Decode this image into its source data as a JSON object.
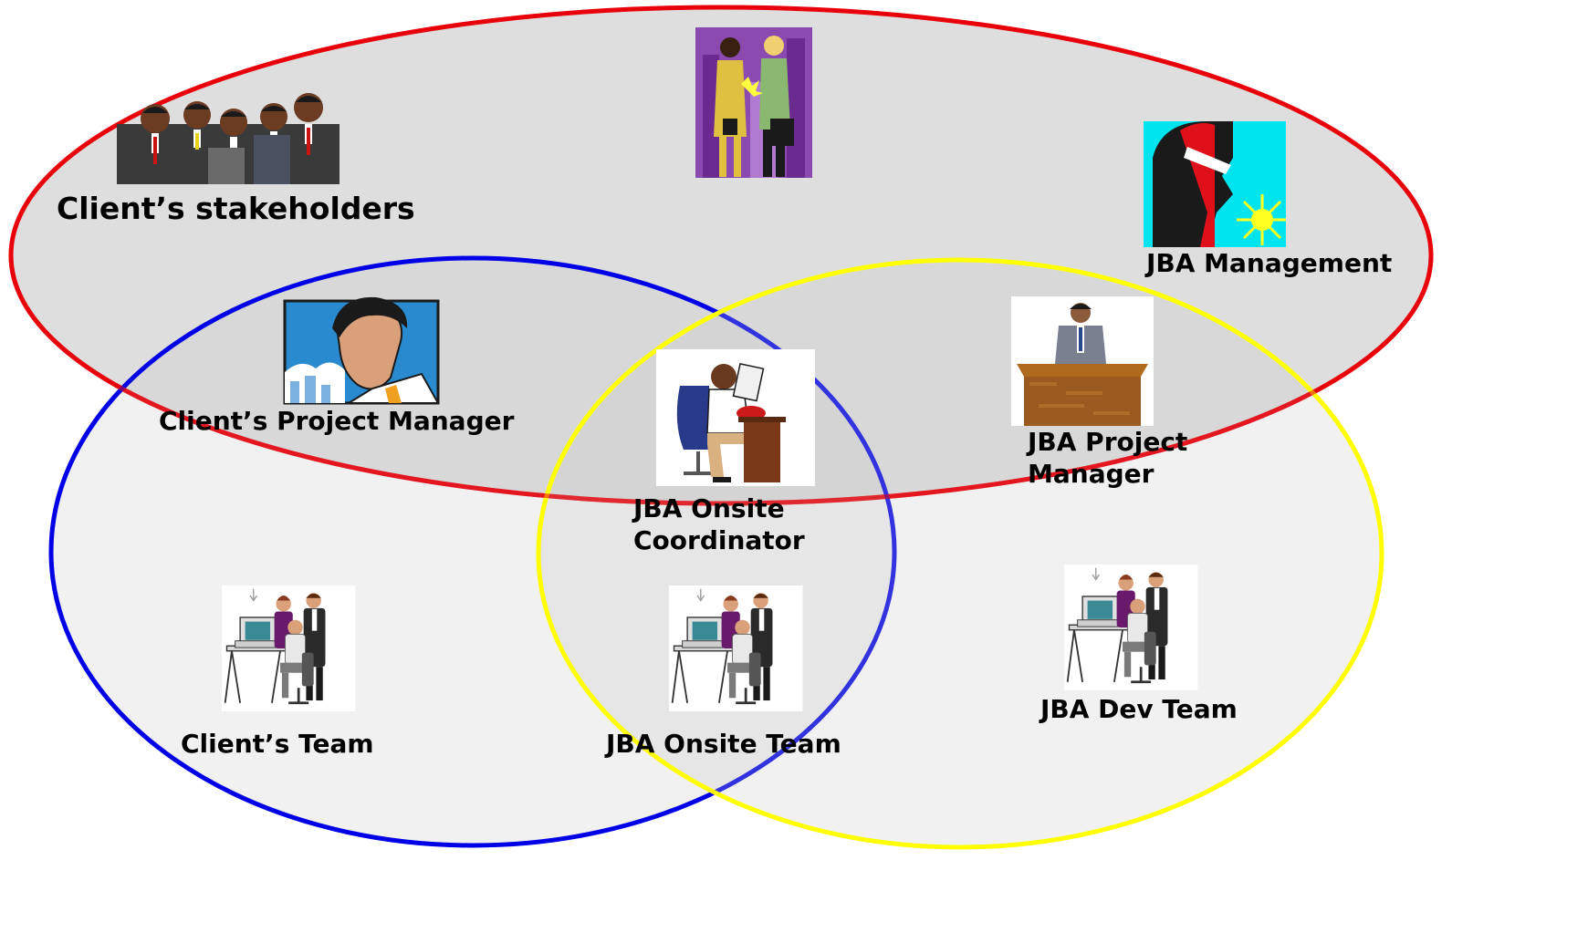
{
  "colors": {
    "background": "#ffffff",
    "ellipse_fill": "#dcdcdc",
    "client_ellipse_stroke": "#e8000b",
    "client_team_circle_stroke": "#0000e6",
    "jba_team_circle_stroke": "#ffff00",
    "label_text": "#000000"
  },
  "labels": {
    "clients_stakeholders": "Client’s stakeholders",
    "jba_management": "JBA Management",
    "clients_project_manager": "Client’s Project Manager",
    "jba_project_manager_line1": "JBA Project",
    "jba_project_manager_line2": "Manager",
    "jba_onsite_coordinator_line1": "JBA Onsite",
    "jba_onsite_coordinator_line2": "Coordinator",
    "clients_team": "Client’s Team",
    "jba_onsite_team": "JBA Onsite Team",
    "jba_dev_team": "JBA Dev Team"
  },
  "icons": {
    "stakeholders": "group-of-businessmen-clipart",
    "handshake": "businesswomen-handshake-clipart",
    "management": "visionary-profile-sun-clipart",
    "client_pm": "businessman-portrait-clipart",
    "jba_pm": "man-at-desk-clipart",
    "coordinator": "man-on-phone-at-desk-clipart",
    "team": "team-at-computer-clipart"
  }
}
